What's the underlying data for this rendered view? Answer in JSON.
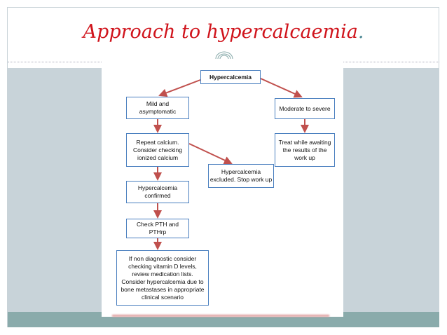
{
  "slide": {
    "title": "Approach to hypercalcaemia",
    "title_period": "."
  },
  "flowchart": {
    "root": "Hypercalcemia",
    "mild": "Mild and asymptomatic",
    "moderate": "Moderate to severe",
    "repeat": "Repeat calcium. Consider checking ionized calcium",
    "excluded": "Hypercalcemia excluded. Stop work up",
    "treat": "Treat while awaiting the results of the work up",
    "confirmed": "Hypercalcemia confirmed",
    "pth": "Check PTH and PTHrp",
    "nondiag": "If non diagnostic consider checking vitamin D levels, review medication lists. Consider hypercalcemia due to bone metastases in appropriate clinical scenario"
  },
  "colors": {
    "title": "#d0141c",
    "arrow": "#c0504d",
    "box_border": "#4a7fbf",
    "band": "#8aabab",
    "background": "#c8d3d9"
  }
}
